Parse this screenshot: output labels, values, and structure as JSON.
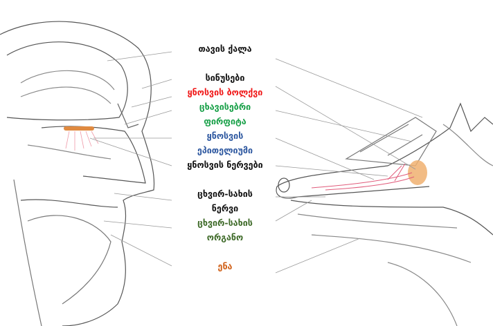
{
  "labels": {
    "skull": "თავის ქალა",
    "sinuses": "სინუსები",
    "olfactory_bulb": "ყნოსვის ბოლქვი",
    "cribriform_1": "ცხავისებრი",
    "cribriform_2": "ფირფიტა",
    "epithelium_1": "ყნოსვის",
    "epithelium_2": "ეპითელიუმი",
    "olfactory_nerves": "ყნოსვის ნერვები",
    "vomeronasal_nerve_1": "ცხვირ-სახის",
    "vomeronasal_nerve_2": "ნერვი",
    "vomeronasal_organ_1": "ცხვირ-სახის",
    "vomeronasal_organ_2": "ორგანო",
    "tongue": "ენა"
  },
  "colors": {
    "bulb": "#f01818",
    "cribriform": "#18a048",
    "epithelium": "#2e58a0",
    "organ": "#3e6a28",
    "tongue": "#d06018"
  }
}
